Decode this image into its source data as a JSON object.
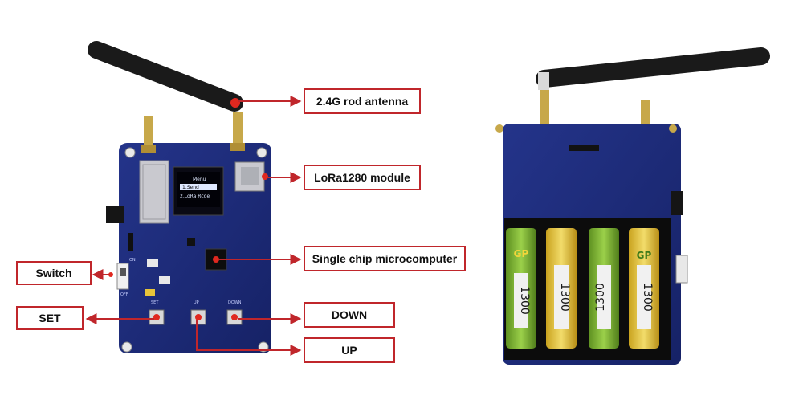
{
  "labels": {
    "antenna": "2.4G rod antenna",
    "lora": "LoRa1280 module",
    "mcu": "Single chip microcomputer",
    "switch": "Switch",
    "set": "SET",
    "down": "DOWN",
    "up": "UP"
  },
  "oled": {
    "line1": "Menu",
    "line2": "1.Send",
    "line3": "2.LoRa Rcde"
  },
  "silkscreen": {
    "set": "SET",
    "up": "UP",
    "down": "DOWN",
    "on": "ON",
    "off": "OFF"
  },
  "battery": {
    "brand": "GP",
    "capacity": "1300"
  },
  "colors": {
    "pcb": "#1c2a78",
    "callout": "#c0262b",
    "battery_green": "#7fb236",
    "battery_yellow": "#e8c53a"
  }
}
